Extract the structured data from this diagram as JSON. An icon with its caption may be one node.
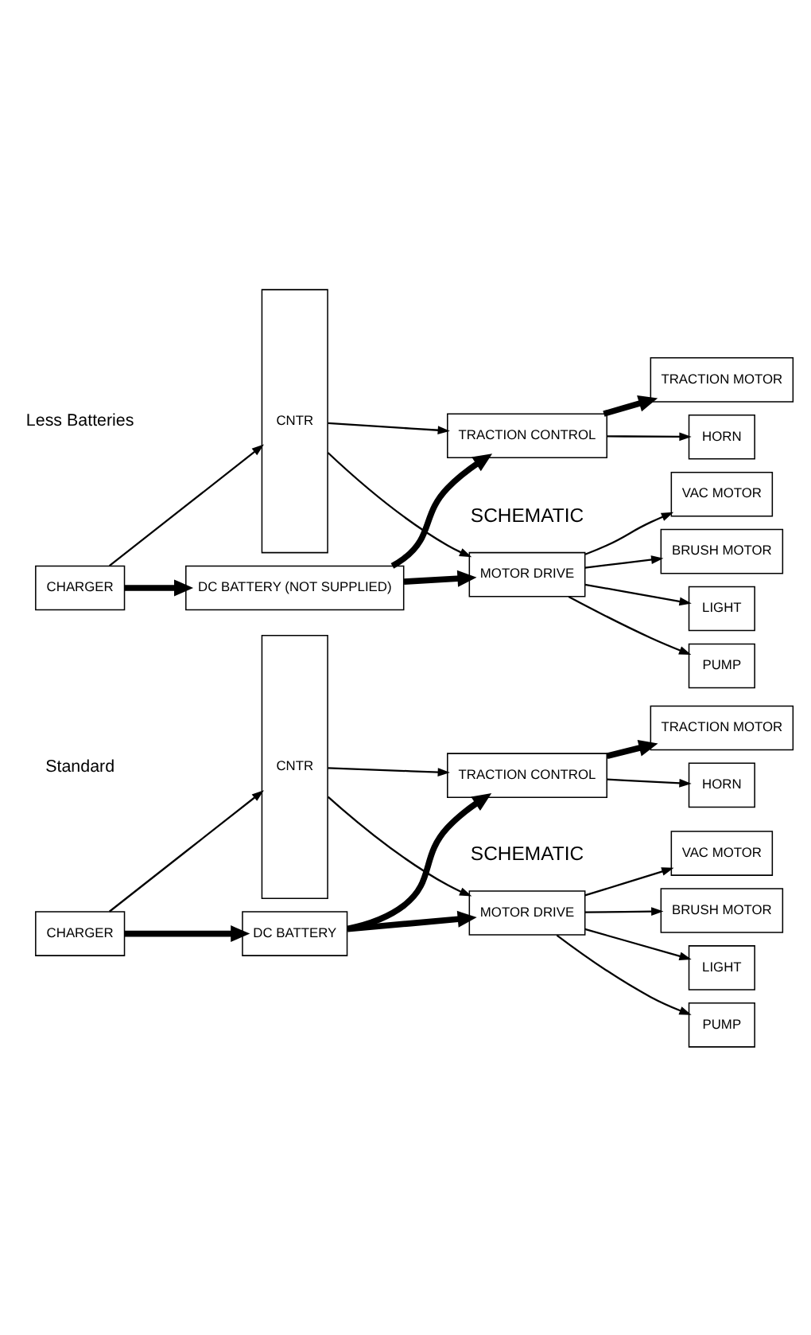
{
  "diagram": {
    "nodes": [
      {
        "text": [
          "CNTR"
        ]
      },
      {
        "text": [
          "MOTOR DRIVE"
        ]
      },
      {
        "text": [
          "CHARGER"
        ]
      },
      {
        "text": [
          "DC BATTERY"
        ]
      },
      {
        "text": [
          "TRACTION CONTROL"
        ]
      },
      {
        "text": [
          "VAC MOTOR"
        ]
      },
      {
        "text": [
          "BRUSH MOTOR"
        ]
      },
      {
        "text": [
          "LIGHT"
        ]
      },
      {
        "text": [
          "PUMP"
        ]
      },
      {
        "text": [
          "TRACTION MOTOR"
        ]
      },
      {
        "text": [
          "HORN"
        ]
      },
      {
        "text": [
          "CNTR"
        ]
      },
      {
        "text": [
          "MOTOR DRIVE"
        ]
      },
      {
        "text": [
          "CHARGER"
        ]
      },
      {
        "text": [
          "DC BATTERY (NOT SUPPLIED)"
        ]
      },
      {
        "text": [
          "TRACTION CONTROL"
        ]
      },
      {
        "text": [
          "VAC MOTOR"
        ]
      },
      {
        "text": [
          "BRUSH MOTOR"
        ]
      },
      {
        "text": [
          "LIGHT"
        ]
      },
      {
        "text": [
          "PUMP"
        ]
      },
      {
        "text": [
          "TRACTION MOTOR"
        ]
      },
      {
        "text": [
          "HORN"
        ]
      }
    ],
    "edges": [
      {
        "from": 0,
        "to": 1,
        "arrow": "to"
      },
      {
        "from": 1,
        "to": 5,
        "arrow": "to"
      },
      {
        "from": 1,
        "to": 6,
        "arrow": "to"
      },
      {
        "from": 1,
        "to": 7,
        "arrow": "to"
      },
      {
        "from": 1,
        "to": 8,
        "arrow": "to"
      },
      {
        "from": 3,
        "to": 1,
        "arrow": "to",
        "style": "thick"
      },
      {
        "from": 2,
        "to": 0,
        "arrow": "to"
      },
      {
        "from": 2,
        "to": 3,
        "arrow": "to",
        "style": "thick"
      },
      {
        "from": 3,
        "to": 4,
        "arrow": "to",
        "style": "thick"
      },
      {
        "from": 0,
        "to": 4,
        "arrow": "to"
      },
      {
        "from": 4,
        "to": 9,
        "arrow": "to",
        "style": "thick"
      },
      {
        "from": 4,
        "to": 10,
        "arrow": "to"
      },
      {
        "from": 11,
        "to": 12,
        "arrow": "to"
      },
      {
        "from": 12,
        "to": 16,
        "arrow": "to"
      },
      {
        "from": 12,
        "to": 17,
        "arrow": "to"
      },
      {
        "from": 12,
        "to": 18,
        "arrow": "to"
      },
      {
        "from": 12,
        "to": 19,
        "arrow": "to"
      },
      {
        "from": 14,
        "to": 12,
        "arrow": "to",
        "style": "thick"
      },
      {
        "from": 13,
        "to": 11,
        "arrow": "to"
      },
      {
        "from": 13,
        "to": 14,
        "arrow": "to",
        "style": "thick"
      },
      {
        "from": 14,
        "to": 15,
        "arrow": "to",
        "style": "thick"
      },
      {
        "from": 11,
        "to": 15,
        "arrow": "to"
      },
      {
        "from": 15,
        "to": 20,
        "arrow": "to",
        "style": "thick"
      },
      {
        "from": 15,
        "to": 21,
        "arrow": "to"
      }
    ],
    "labels": [
      "SCHEMATIC",
      "Standard",
      "SCHEMATIC",
      "Less Batteries"
    ]
  }
}
